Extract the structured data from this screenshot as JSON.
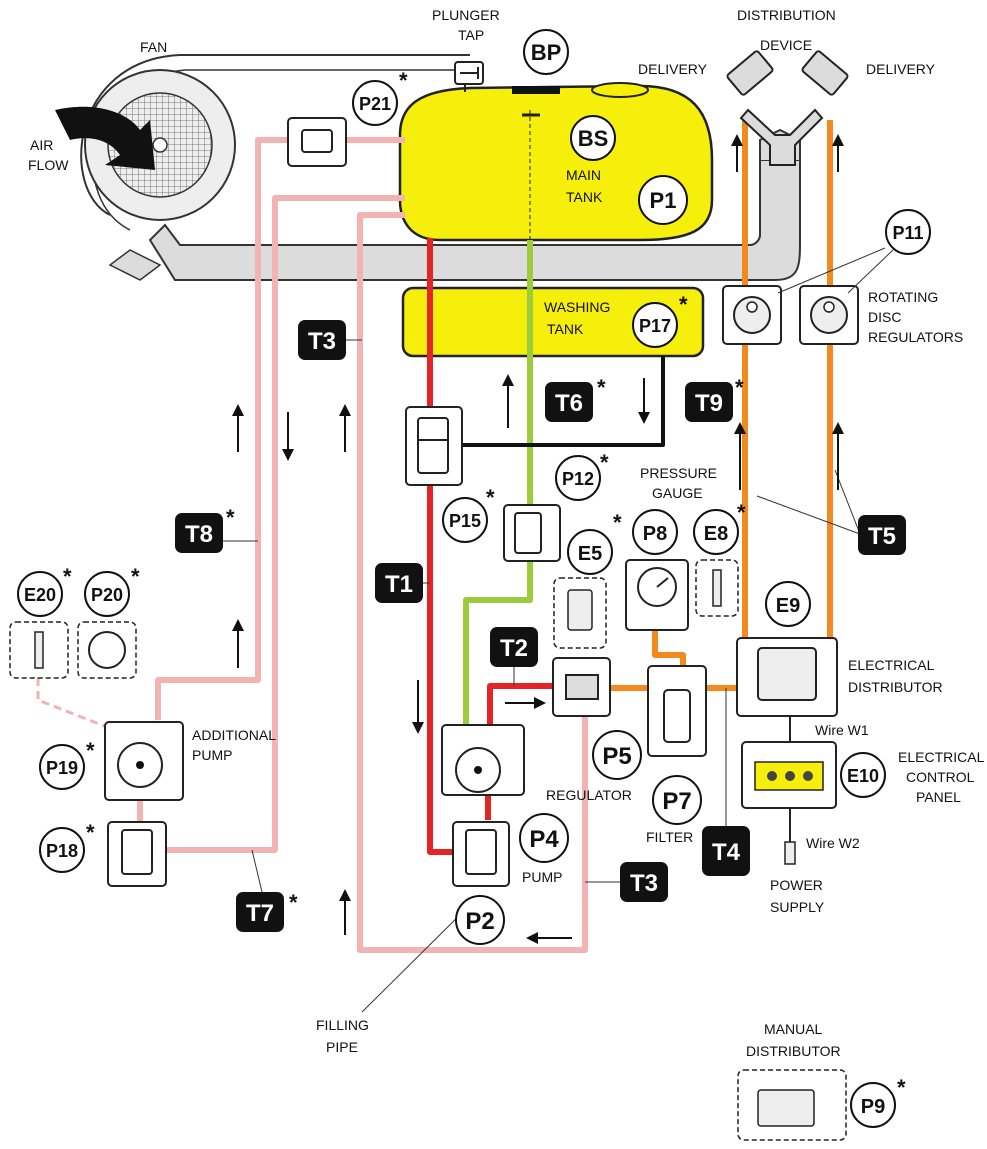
{
  "labels": {
    "fan": "FAN",
    "air_flow_1": "AIR",
    "air_flow_2": "FLOW",
    "plunger_tap_1": "PLUNGER",
    "plunger_tap_2": "TAP",
    "delivery_left": "DELIVERY",
    "delivery_right": "DELIVERY",
    "distribution_device_1": "DISTRIBUTION",
    "distribution_device_2": "DEVICE",
    "main_tank_1": "MAIN",
    "main_tank_2": "TANK",
    "washing_tank_1": "WASHING",
    "washing_tank_2": "TANK",
    "rotating_1": "ROTATING",
    "rotating_2": "DISC",
    "rotating_3": "REGULATORS",
    "pressure_gauge_1": "PRESSURE",
    "pressure_gauge_2": "GAUGE",
    "electrical_distributor_1": "ELECTRICAL",
    "electrical_distributor_2": "DISTRIBUTOR",
    "wire_w1": "Wire W1",
    "wire_w2": "Wire W2",
    "electrical_control_1": "ELECTRICAL",
    "electrical_control_2": "CONTROL",
    "electrical_control_3": "PANEL",
    "power_supply_1": "POWER",
    "power_supply_2": "SUPPLY",
    "additional_pump_1": "ADDITIONAL",
    "additional_pump_2": "PUMP",
    "regulator": "REGULATOR",
    "filter": "FILTER",
    "pump": "PUMP",
    "filling_pipe_1": "FILLING",
    "filling_pipe_2": "PIPE",
    "manual_distributor_1": "MANUAL",
    "manual_distributor_2": "DISTRIBUTOR"
  },
  "circles": {
    "BP": "BP",
    "BS": "BS",
    "P1": "P1",
    "P17": "P17",
    "P21": "P21",
    "P11": "P11",
    "P15": "P15",
    "P12": "P12",
    "P8": "P8",
    "E5": "E5",
    "E8": "E8",
    "E9": "E9",
    "E20": "E20",
    "P20": "P20",
    "P19": "P19",
    "P18": "P18",
    "P5": "P5",
    "P4": "P4",
    "P7": "P7",
    "P2": "P2",
    "E10": "E10",
    "P9": "P9"
  },
  "tags": {
    "T3_top": "T3",
    "T6": "T6",
    "T9": "T9",
    "T8": "T8",
    "T1": "T1",
    "T2": "T2",
    "T5": "T5",
    "T4": "T4",
    "T3_bottom": "T3",
    "T7": "T7"
  },
  "star": "*",
  "colors": {
    "tank_yellow": "#f6ee0b",
    "pipe_red": "#e52525",
    "pipe_green": "#9ccb3b",
    "pipe_pink": "#f4b3b3",
    "pipe_orange": "#f28a1e",
    "pipe_black": "#111111",
    "duct_grey": "#dcdcdc"
  }
}
